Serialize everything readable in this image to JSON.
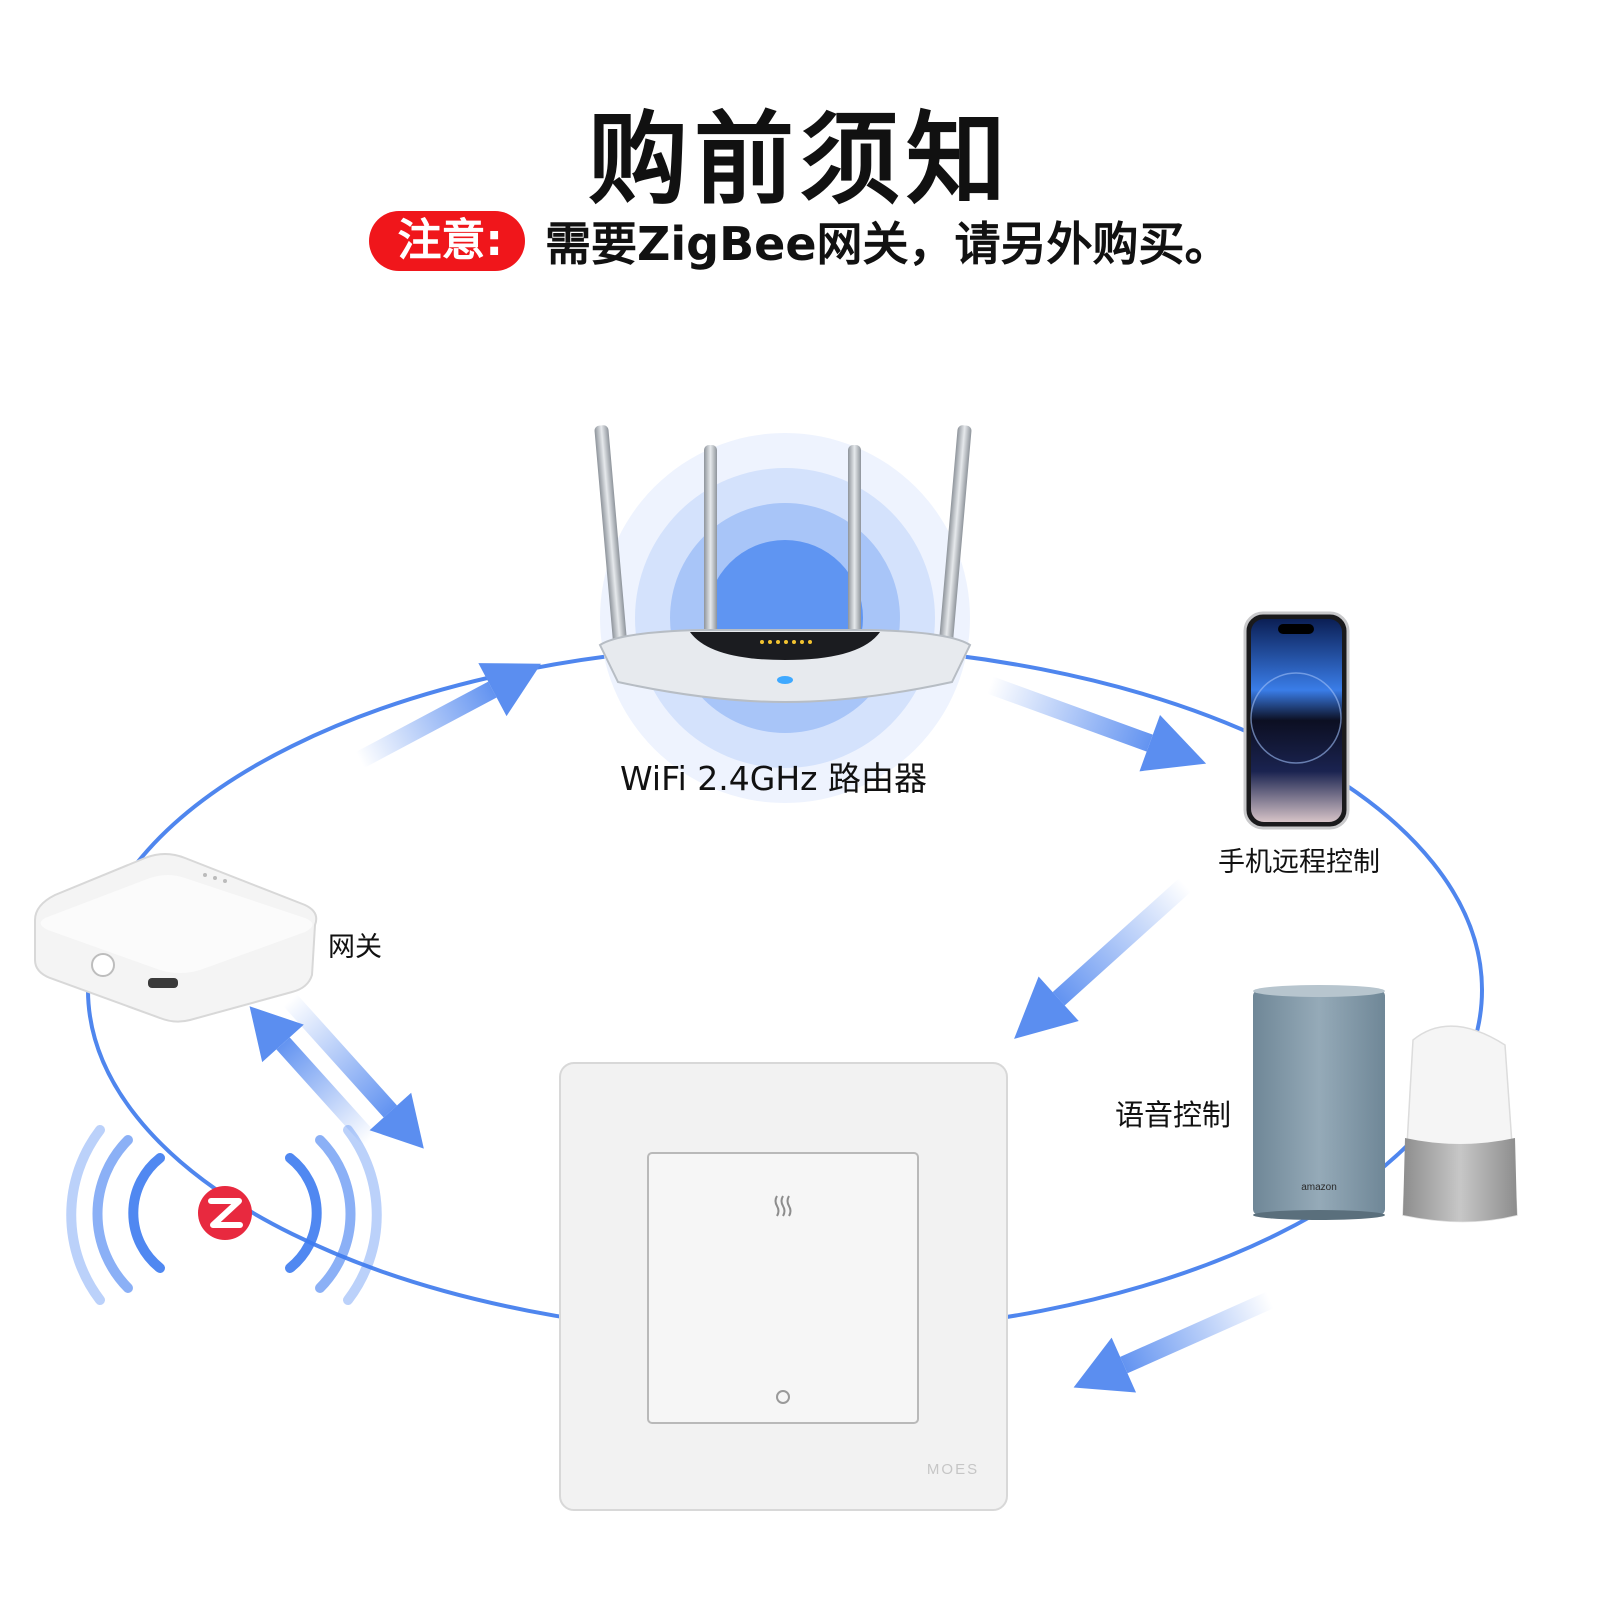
{
  "header": {
    "title": "购前须知",
    "notice_badge": "注意:",
    "notice_text": "需要ZigBee网关，请另外购买。"
  },
  "labels": {
    "router": "WiFi 2.4GHz 路由器",
    "phone": "手机远程控制",
    "gateway": "网关",
    "voice": "语音控制"
  },
  "devices": {
    "speaker_brand": "amazon",
    "switch_brand": "MOES"
  },
  "colors": {
    "ring": "#4f86ee",
    "arrow": "#5b8ef0",
    "badge": "#f0161b",
    "zigbee": "#e8293f"
  }
}
